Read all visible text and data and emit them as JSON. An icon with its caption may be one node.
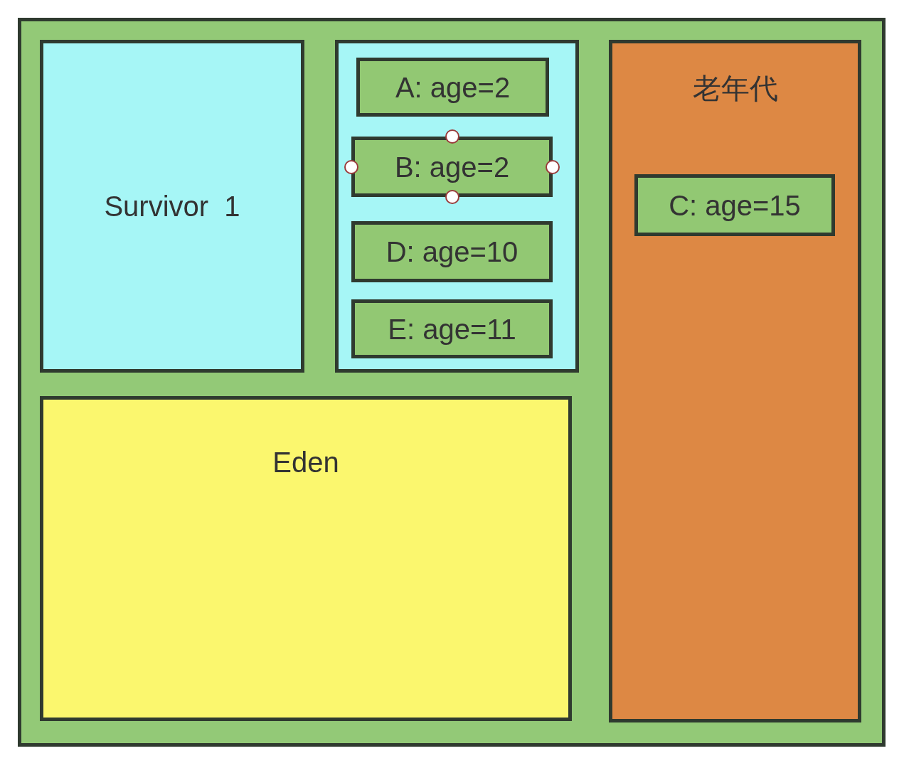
{
  "diagram": {
    "nodes": [
      {
        "text": [],
        "shape": "box"
      },
      {
        "text": [
          "Survivor  1"
        ],
        "in": 0
      },
      {
        "text": [],
        "shape": "box",
        "in": 0
      },
      {
        "text": [
          "A: age=2"
        ],
        "in": 2
      },
      {
        "text": [
          "B: age=2"
        ],
        "in": 2
      },
      {
        "text": [
          "D: age=10"
        ],
        "in": 2
      },
      {
        "text": [
          "E: age=11"
        ],
        "in": 2
      },
      {
        "text": [
          "老年代"
        ],
        "in": 0
      },
      {
        "text": [
          "C: age=15"
        ],
        "in": 7
      },
      {
        "text": [
          "Eden"
        ],
        "in": 0
      }
    ]
  }
}
